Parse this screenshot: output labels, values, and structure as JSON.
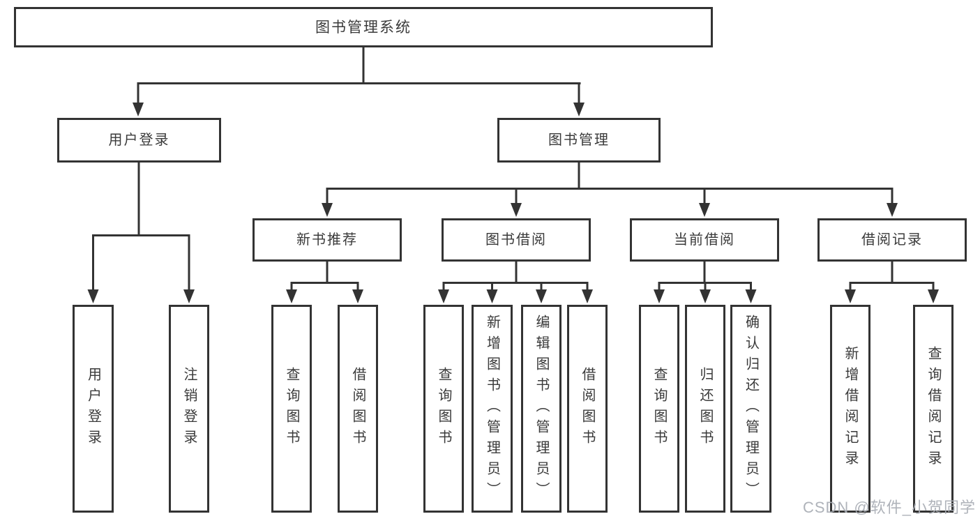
{
  "diagram": {
    "type": "hierarchy-tree",
    "root": "图书管理系统",
    "user_login": {
      "label": "用户登录",
      "children": [
        "用户登录",
        "注销登录"
      ]
    },
    "book_mgmt": {
      "label": "图书管理",
      "sections": {
        "new_book": {
          "label": "新书推荐",
          "children": [
            "查询图书",
            "借阅图书"
          ]
        },
        "borrow": {
          "label": "图书借阅",
          "children": [
            "查询图书",
            "新增图书（管理员）",
            "编辑图书（管理员）",
            "借阅图书"
          ]
        },
        "current": {
          "label": "当前借阅",
          "children": [
            "查询图书",
            "归还图书",
            "确认归还（管理员）"
          ]
        },
        "records": {
          "label": "借阅记录",
          "children": [
            "新增借阅记录",
            "查询借阅记录"
          ]
        }
      }
    }
  },
  "watermark": "CSDN @软件_小贺同学",
  "colors": {
    "line": "#333333",
    "border": "#333333",
    "text": "#3a3a3a",
    "background": "#ffffff",
    "watermark": "#a8acb4"
  }
}
